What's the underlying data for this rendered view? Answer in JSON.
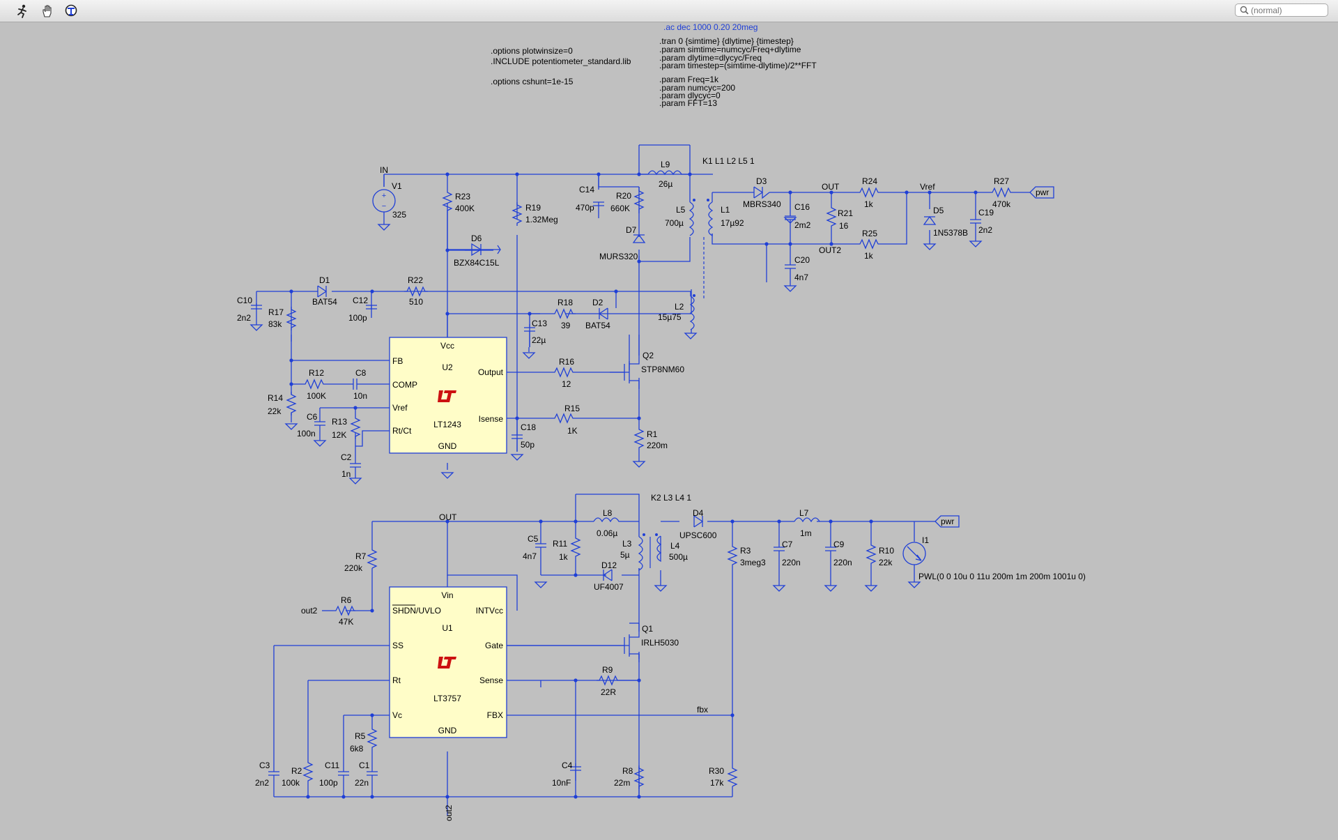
{
  "toolbar": {
    "tools": [
      "run-icon",
      "pan-hand-icon",
      "halt-icon"
    ],
    "search_placeholder": "(normal)"
  },
  "directives": {
    "ac": ".ac dec 1000 0.20 20meg",
    "plotwinsize": ".options plotwinsize=0",
    "include": ".INCLUDE potentiometer_standard.lib",
    "cshunt": ".options cshunt=1e-15",
    "tran": ".tran 0 {simtime} {dlytime} {timestep}",
    "simtime": ".param simtime=numcyc/Freq+dlytime",
    "dlytime": ".param dlytime=dlycyc/Freq",
    "timestep": ".param timestep=(simtime-dlytime)/2**FFT",
    "freq": ".param Freq=1k",
    "numcyc": ".param numcyc=200",
    "dlycyc": ".param dlycyc=0",
    "fft": ".param FFT=13",
    "k1": "K1 L1 L2 L5 1",
    "k2": "K2 L3 L4 1"
  },
  "nets": {
    "in": "IN",
    "out": "OUT",
    "out_top": "OUT",
    "out2": "OUT2",
    "vref": "Vref",
    "pwr1": "pwr",
    "pwr2": "pwr",
    "out2_left": "out2",
    "out2_bottom": "out2",
    "fbx": "fbx"
  },
  "chips": {
    "u2": {
      "ref": "U2",
      "part": "LT1243",
      "pins": {
        "vcc": "Vcc",
        "fb": "FB",
        "comp": "COMP",
        "vref": "Vref",
        "rtct": "Rt/Ct",
        "output": "Output",
        "isense": "Isense",
        "gnd": "GND"
      }
    },
    "u1": {
      "ref": "U1",
      "part": "LT3757",
      "pins": {
        "vin": "Vin",
        "shdn": "SHDN/UVLO",
        "intvcc": "INTVcc",
        "ss": "SS",
        "gate": "Gate",
        "rt": "Rt",
        "sense": "Sense",
        "vc": "Vc",
        "fbx": "FBX",
        "gnd": "GND"
      }
    }
  },
  "components": {
    "v1": {
      "ref": "V1",
      "value": "325"
    },
    "r23": {
      "ref": "R23",
      "value": "400K"
    },
    "r19": {
      "ref": "R19",
      "value": "1.32Meg"
    },
    "d6": {
      "ref": "D6",
      "value": "BZX84C15L"
    },
    "c14": {
      "ref": "C14",
      "value": "470p"
    },
    "r20": {
      "ref": "R20",
      "value": "660K"
    },
    "d7": {
      "ref": "D7",
      "value": "MURS320"
    },
    "l9": {
      "ref": "L9",
      "value": "26µ"
    },
    "l5": {
      "ref": "L5",
      "value": "700µ"
    },
    "l1": {
      "ref": "L1",
      "value": "17µ92"
    },
    "d3": {
      "ref": "D3",
      "value": "MBRS340"
    },
    "c16": {
      "ref": "C16",
      "value": "2m2"
    },
    "r21": {
      "ref": "R21",
      "value": "16"
    },
    "r24": {
      "ref": "R24",
      "value": "1k"
    },
    "r25": {
      "ref": "R25",
      "value": "1k"
    },
    "c20": {
      "ref": "C20",
      "value": "4n7"
    },
    "d5": {
      "ref": "D5",
      "value": "1N5378B"
    },
    "c19": {
      "ref": "C19",
      "value": "2n2"
    },
    "r27": {
      "ref": "R27",
      "value": "470k"
    },
    "c10": {
      "ref": "C10",
      "value": "2n2"
    },
    "r17": {
      "ref": "R17",
      "value": "83k"
    },
    "d1": {
      "ref": "D1",
      "value": "BAT54"
    },
    "c12": {
      "ref": "C12",
      "value": "100p"
    },
    "r22": {
      "ref": "R22",
      "value": "510"
    },
    "r18": {
      "ref": "R18",
      "value": "39"
    },
    "d2": {
      "ref": "D2",
      "value": "BAT54"
    },
    "c13": {
      "ref": "C13",
      "value": "22µ"
    },
    "l2": {
      "ref": "L2",
      "value": "15µ75"
    },
    "q2": {
      "ref": "Q2",
      "value": "STP8NM60"
    },
    "r12": {
      "ref": "R12",
      "value": "100K"
    },
    "c8": {
      "ref": "C8",
      "value": "10n"
    },
    "r14": {
      "ref": "R14",
      "value": "22k"
    },
    "c6": {
      "ref": "C6",
      "value": "100n"
    },
    "r13": {
      "ref": "R13",
      "value": "12K"
    },
    "c2": {
      "ref": "C2",
      "value": "1n"
    },
    "r16": {
      "ref": "R16",
      "value": "12"
    },
    "r15": {
      "ref": "R15",
      "value": "1K"
    },
    "c18": {
      "ref": "C18",
      "value": "50p"
    },
    "r1": {
      "ref": "R1",
      "value": "220m"
    },
    "l8": {
      "ref": "L8",
      "value": "0.06µ"
    },
    "c5": {
      "ref": "C5",
      "value": "4n7"
    },
    "r11": {
      "ref": "R11",
      "value": "1k"
    },
    "l3": {
      "ref": "L3",
      "value": "5µ"
    },
    "l4": {
      "ref": "L4",
      "value": "500µ"
    },
    "d12": {
      "ref": "D12",
      "value": "UF4007"
    },
    "d4": {
      "ref": "D4",
      "value": "UPSC600"
    },
    "r3": {
      "ref": "R3",
      "value": "3meg3"
    },
    "c7": {
      "ref": "C7",
      "value": "220n"
    },
    "l7": {
      "ref": "L7",
      "value": "1m"
    },
    "c9": {
      "ref": "C9",
      "value": "220n"
    },
    "r10": {
      "ref": "R10",
      "value": "22k"
    },
    "i1": {
      "ref": "I1",
      "value": "PWL(0 0 10u 0 11u 200m 1m 200m 1001u 0)"
    },
    "r7": {
      "ref": "R7",
      "value": "220k"
    },
    "r6": {
      "ref": "R6",
      "value": "47K"
    },
    "q1": {
      "ref": "Q1",
      "value": "IRLH5030"
    },
    "r9": {
      "ref": "R9",
      "value": "22R"
    },
    "r5": {
      "ref": "R5",
      "value": "6k8"
    },
    "c3": {
      "ref": "C3",
      "value": "2n2"
    },
    "r2": {
      "ref": "R2",
      "value": "100k"
    },
    "c11": {
      "ref": "C11",
      "value": "100p"
    },
    "c1": {
      "ref": "C1",
      "value": "22n"
    },
    "c4": {
      "ref": "C4",
      "value": "10nF"
    },
    "r8": {
      "ref": "R8",
      "value": "22m"
    },
    "r30": {
      "ref": "R30",
      "value": "17k"
    }
  }
}
